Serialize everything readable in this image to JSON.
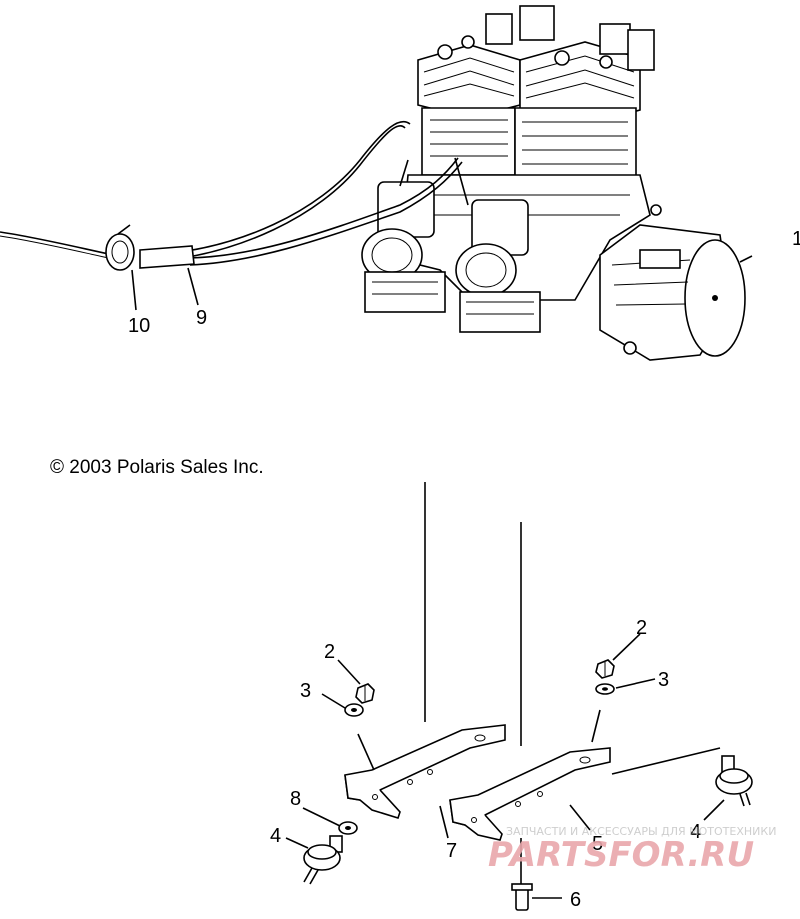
{
  "copyright": "© 2003 Polaris Sales Inc.",
  "callouts": {
    "c1": "1",
    "c2a": "2",
    "c2b": "2",
    "c3a": "3",
    "c3b": "3",
    "c4a": "4",
    "c4b": "4",
    "c5": "5",
    "c6": "6",
    "c7": "7",
    "c8": "8",
    "c9": "9",
    "c10": "10"
  },
  "watermark": {
    "tagline": "ЗАПЧАСТИ И АКСЕССУАРЫ ДЛЯ МОТОТЕХНИКИ",
    "brand": "PARTSFOR.RU",
    "color": "#e9a7ab"
  }
}
